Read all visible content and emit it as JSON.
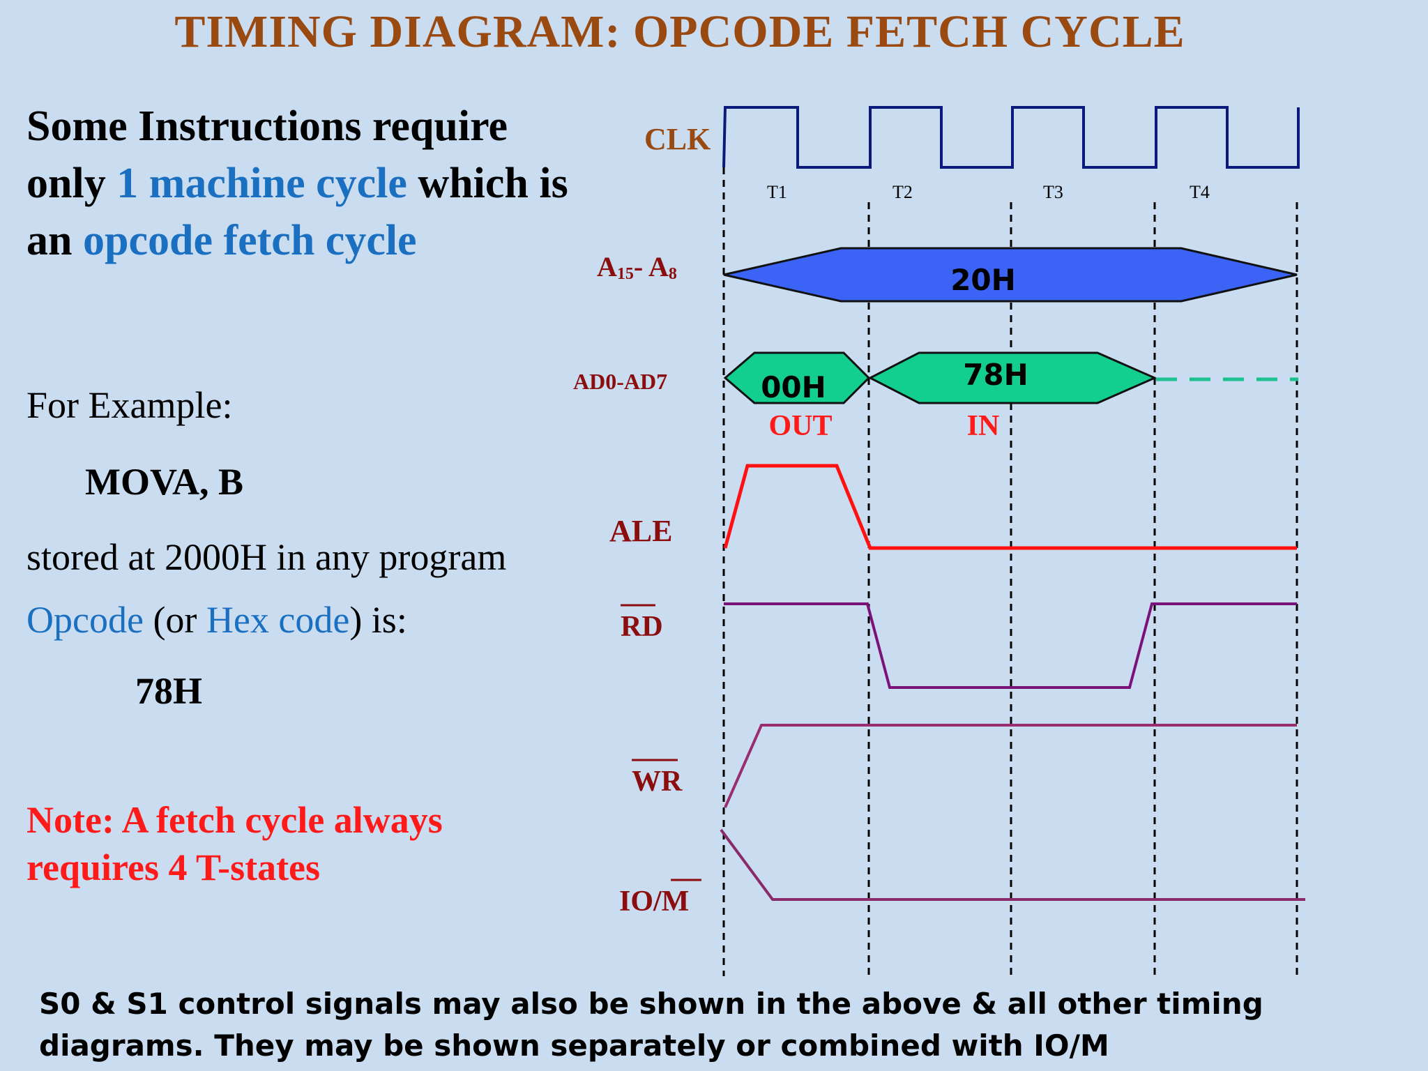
{
  "title": "TIMING DIAGRAM: OPCODE FETCH CYCLE",
  "intro": {
    "part1": "Some Instructions require only ",
    "highlight1": "1 machine cycle",
    "part2": " which is an ",
    "highlight2": "opcode fetch cycle"
  },
  "example_label": "For Example:",
  "instruction": "MOVA, B",
  "stored_text": "stored at 2000H in any program",
  "opcode_line": {
    "opcode": "Opcode",
    "paren_open": " (or ",
    "hex_code": "Hex code",
    "paren_close": ") is:"
  },
  "opcode_value": "78H",
  "note": "Note: A fetch cycle always requires 4 T-states",
  "footer": "S0 & S1 control signals may also be shown in the above & all other timing diagrams. They may be shown separately or combined with IO/M",
  "diagram": {
    "signals": {
      "clk": "CLK",
      "addr_high": "A",
      "addr_high_sub1": "15",
      "addr_dash": "- A",
      "addr_high_sub2": "8",
      "ad_bus": "AD0-AD7",
      "ale": "ALE",
      "rd": "RD",
      "wr": "WR",
      "iom": "IO/M"
    },
    "t_states": [
      "T1",
      "T2",
      "T3",
      "T4"
    ],
    "addr_value": "20H",
    "ad_out_value": "00H",
    "ad_in_value": "78H",
    "out_label": "OUT",
    "in_label": "IN",
    "colors": {
      "clk": "#0a1a7a",
      "addr_fill": "#3b63f5",
      "ad_fill": "#12cf8f",
      "ale": "#ff1111",
      "rd": "#7a127a",
      "wr": "#9a2d6f",
      "iom": "#8a2a6a",
      "label": "#8b0d0d",
      "clk_label": "#9a4a10",
      "out_in": "#ff1a1a"
    }
  }
}
